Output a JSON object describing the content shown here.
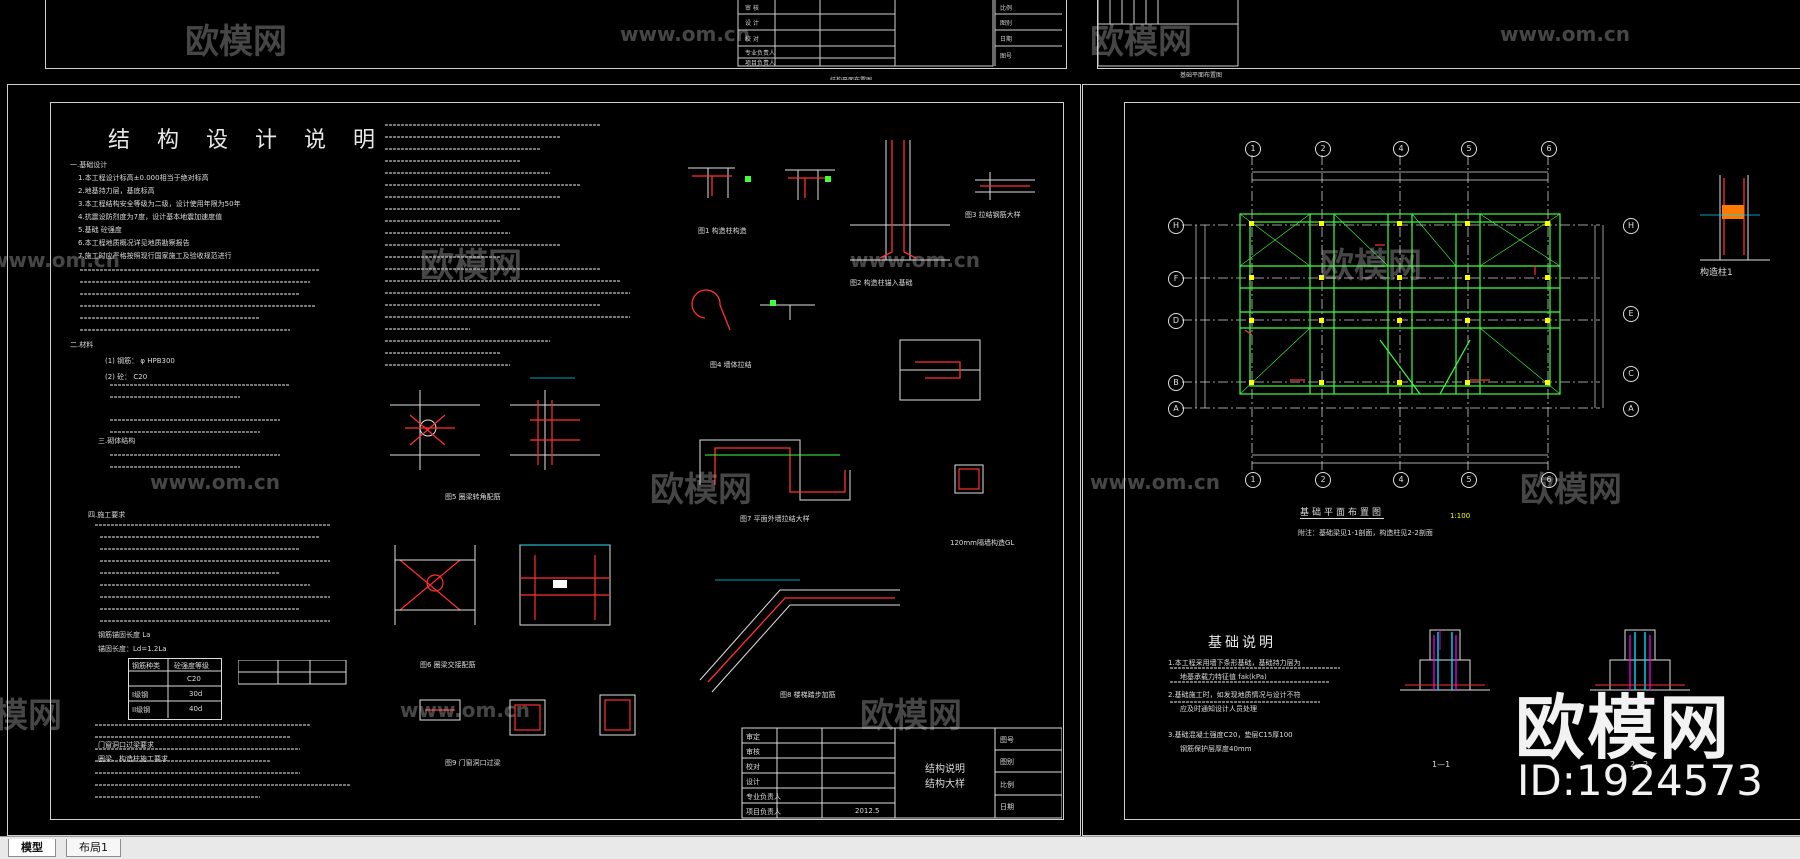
{
  "sheet_left": {
    "title": "结 构 设 计 说 明",
    "notes": [
      "一.基础设计",
      "1.本工程设计标高±0.000相当于绝对标高",
      "2.地基持力层，基底标高",
      "3.本工程结构安全等级为二级，设计使用年限为50年",
      "4.抗震设防烈度为7度，设计基本地震加速度值",
      "5.基础 砼强度",
      "6.本工程地质概况详见地质勘察报告",
      "7.施工时应严格按照现行国家施工及验收规范进行",
      "二.材料",
      "(1) 钢筋： φ HPB300",
      "(2) 砼： C20",
      "三.砌体结构",
      "四.施工要求",
      "钢筋锚固长度 La",
      "锚固长度：Ld=1.2La",
      "门窗洞口过梁要求",
      "圈梁、构造柱施工要求"
    ],
    "lap_table": {
      "head": [
        "钢筋种类",
        "砼强度等级"
      ],
      "grade": "C20",
      "rows": [
        [
          "I级钢",
          "30d"
        ],
        [
          "II级钢",
          "40d"
        ]
      ]
    },
    "detail_labels": [
      "图1 构造柱构造",
      "图2 构造柱锚入基础",
      "图3 拉结钢筋大样",
      "图4 墙体拉结",
      "图5 圈梁转角配筋",
      "图6 圈梁交接配筋",
      "图7 平面外墙拉结大样",
      "图8 楼梯踏步加筋",
      "图9 门窗洞口过梁",
      "120mm隔墙构造GL"
    ],
    "titleblock": {
      "rows": [
        "审定",
        "审核",
        "校对",
        "设计",
        "专业负责人",
        "项目负责人"
      ],
      "drawing_name": "结构说明",
      "drawing_sub": "结构大样",
      "labels": [
        "图号",
        "图别",
        "比例",
        "日期"
      ],
      "date": "2012.5"
    }
  },
  "sheet_right": {
    "plan_title": "基础平面布置图",
    "plan_scale": "1:100",
    "plan_note": "附注：基础梁见1-1剖面，构造柱见2-2剖面",
    "column_grid": [
      "1",
      "2",
      "4",
      "5",
      "6"
    ],
    "row_grid": [
      "H",
      "F",
      "D",
      "B",
      "A"
    ],
    "row_grid_right": [
      "H",
      "E",
      "C",
      "A"
    ],
    "gzz_label": "构造柱1",
    "foundation_title": "基础说明",
    "foundation_notes": [
      "1.本工程采用墙下条形基础，基础持力层为",
      "地基承载力特征值 fak(kPa)",
      "2.基础施工时，如发现地质情况与设计不符",
      "应及时通知设计人员处理",
      "3.基础混凝土强度C20，垫层C15厚100",
      "钢筋保护层厚度40mm"
    ],
    "section_1": "1—1",
    "section_2": "2—2"
  },
  "watermarks": {
    "logo_text": "欧模网",
    "url": "www.om.cn"
  },
  "brand": {
    "name": "欧模网",
    "id": "ID:1924573"
  },
  "tabs": [
    {
      "label": "模型",
      "active": true
    },
    {
      "label": "布局1",
      "active": false
    }
  ],
  "colors": {
    "background": "#000000",
    "linework": "#dcdcdc",
    "foundation_plan": "#3dff3d",
    "rebar": "#ff3030",
    "dimension": "#00d8ff",
    "column": "#ffff00",
    "magenta": "#ff00ff"
  }
}
